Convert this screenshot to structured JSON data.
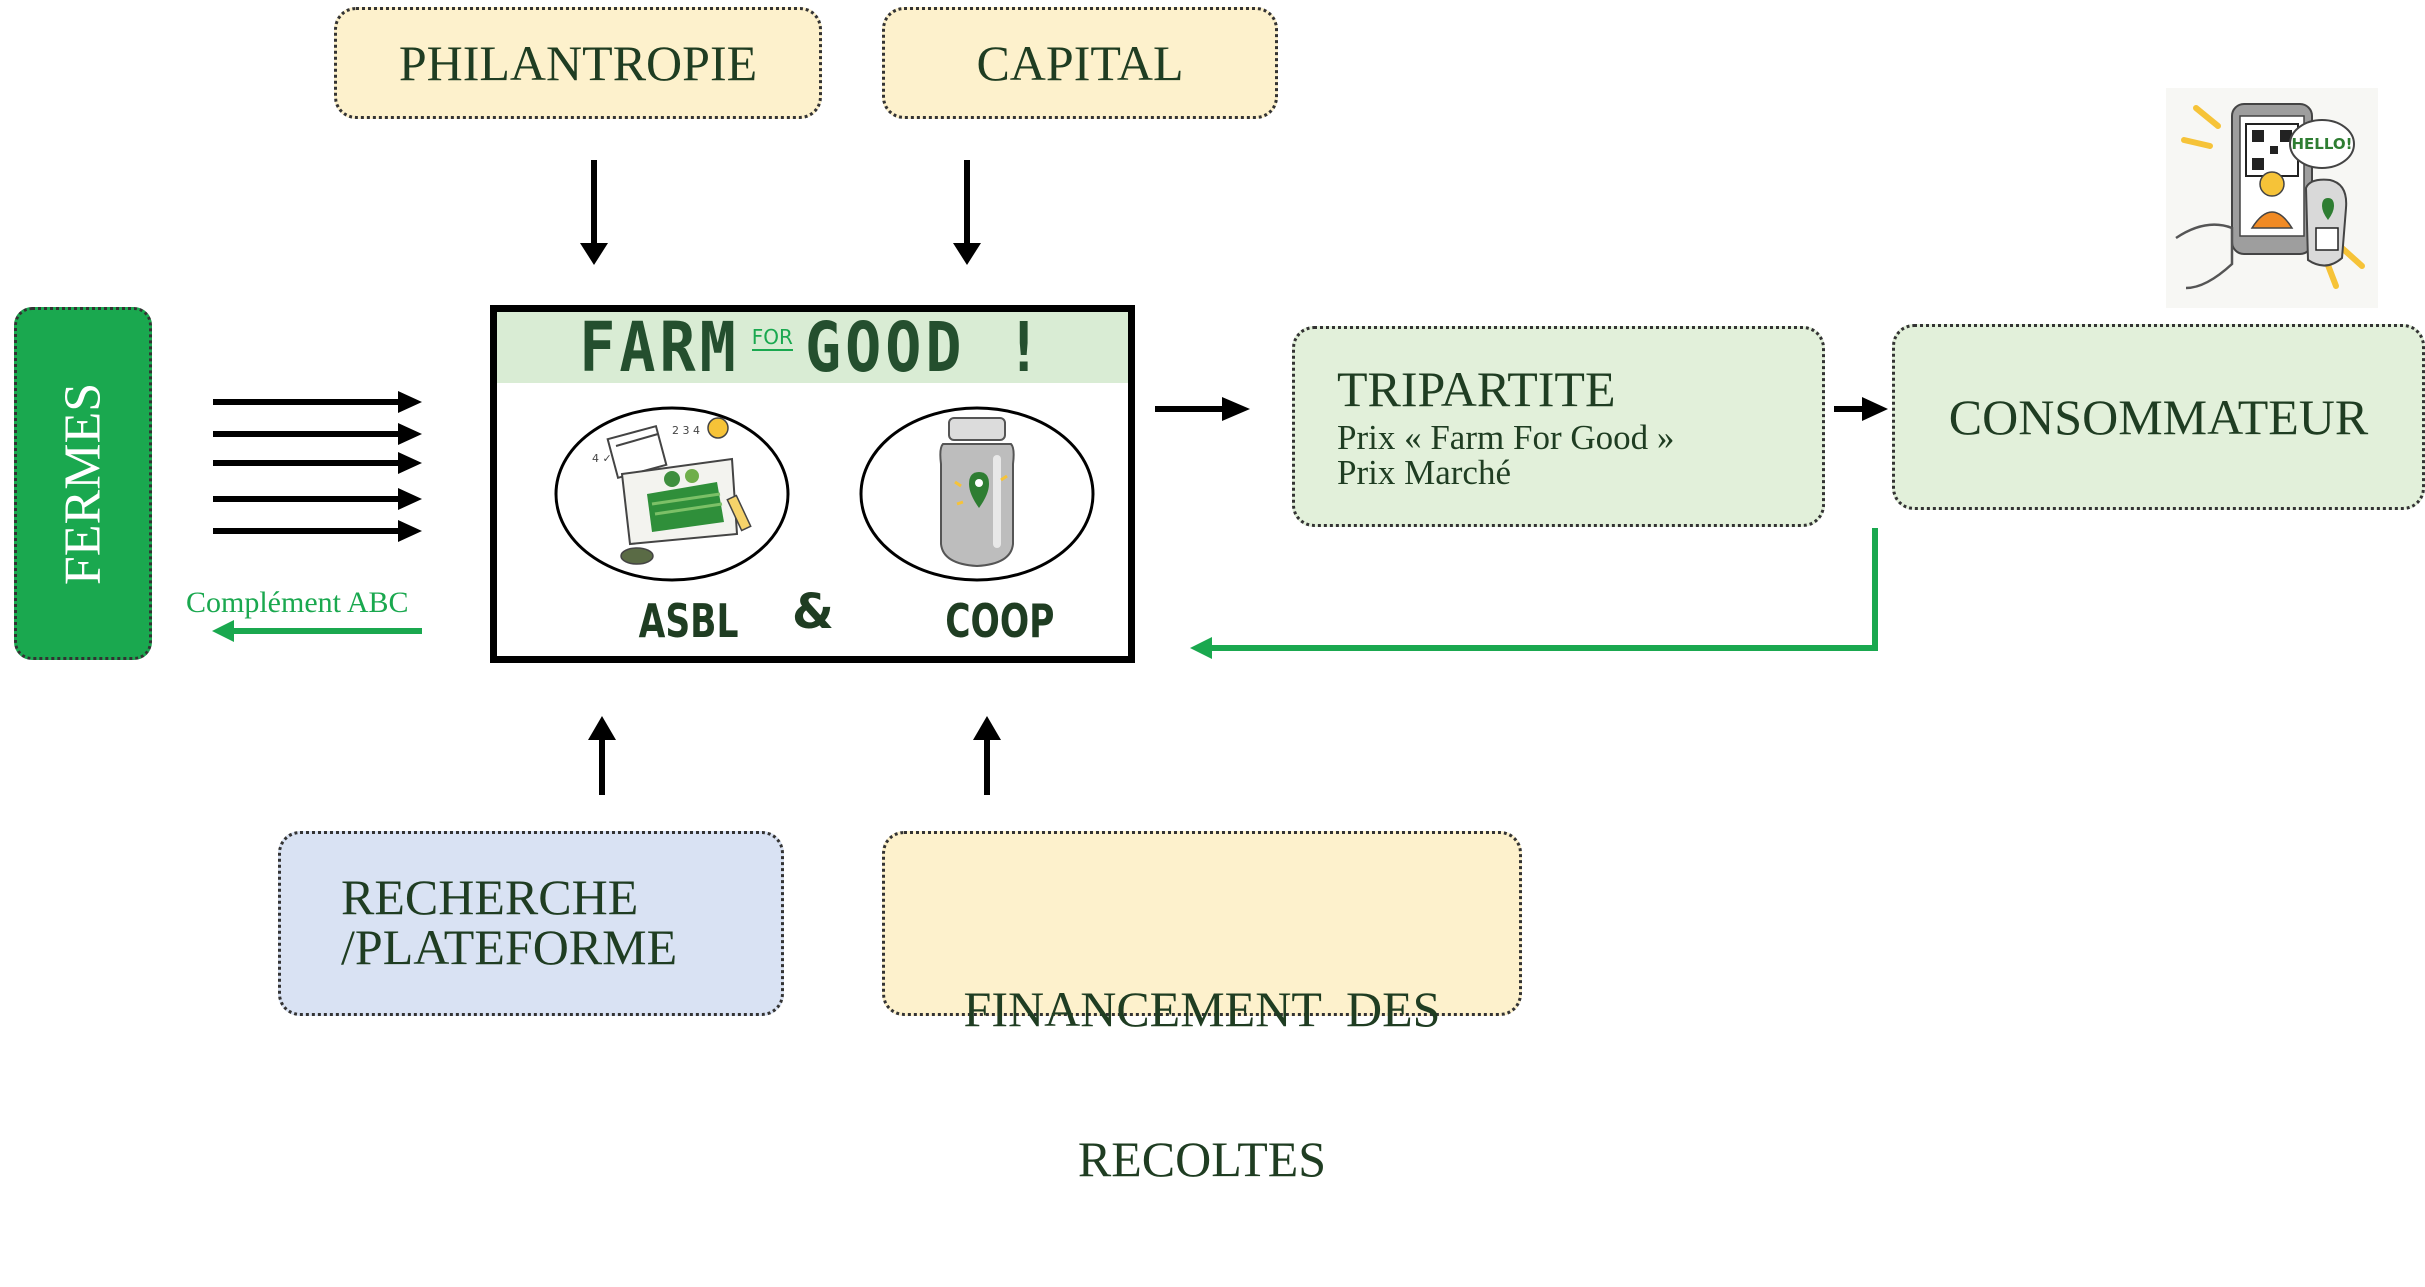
{
  "nodes": {
    "philantropie": "PHILANTROPIE",
    "capital": "CAPITAL",
    "fermes": "FERMES",
    "complement": "Complément ABC",
    "asbl": "ASBL",
    "amp": "&",
    "coop": "COOP",
    "tripartite": {
      "title": "TRIPARTITE",
      "line1": "Prix « Farm For Good »",
      "line2": "Prix Marché"
    },
    "consommateur": "CONSOMMATEUR",
    "recherche": {
      "line1": "RECHERCHE",
      "line2": "/PLATEFORME"
    },
    "financement": {
      "line1": "FINANCEMENT  DES",
      "line2": "RECOLTES"
    }
  },
  "logo": {
    "farm": "FARM",
    "for": "FOR",
    "good": "GOOD !"
  },
  "illustration": {
    "bubble": "HELLO!"
  },
  "colors": {
    "accent_green": "#1aa84f",
    "dark_green_text": "#1f3d22",
    "yellow_box": "#fdf1cc",
    "green_box": "#e2f0da",
    "blue_box": "#d9e2f3"
  },
  "icons": [
    "calendar-field-plan-icon",
    "jar-icon",
    "smartphone-qr-illustration"
  ]
}
